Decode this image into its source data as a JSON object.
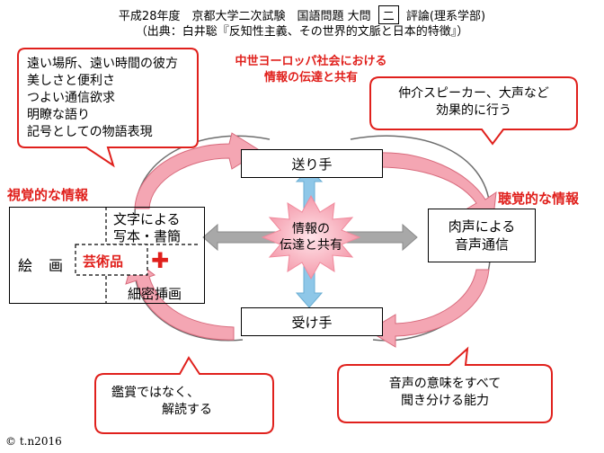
{
  "header": {
    "line1_before": "平成28年度　京都大学二次試験　国語問題 大問",
    "line1_boxed": "二",
    "line1_after": "評論(理系学部)",
    "line2": "（出典：白井聡『反知性主義、その世界的文脈と日本的特徴』）"
  },
  "subtitle": {
    "line1": "中世ヨーロッパ社会における",
    "line2": "情報の伝達と共有"
  },
  "callout_top_left": [
    "遠い場所、遠い時間の彼方",
    "美しさと便利さ",
    "つよい通信欲求",
    "明瞭な語り",
    "記号としての物語表現"
  ],
  "callout_top_right": [
    "仲介スピーカー、大声など",
    "効果的に行う"
  ],
  "callout_bottom_left": [
    "鑑賞ではなく、",
    "解読する"
  ],
  "callout_bottom_right": [
    "音声の意味をすべて",
    "聞き分ける能力"
  ],
  "sender": "送り手",
  "receiver": "受け手",
  "visual_label": "視覚的な情報",
  "auditory_label": "聴覚的な情報",
  "left_box": {
    "painting": "絵　画",
    "writing_line1": "文字による",
    "writing_line2": "写本・書簡",
    "art": "芸術品",
    "illustration": "細密挿画",
    "cross_glyph": "✚"
  },
  "right_box": {
    "line1": "肉声による",
    "line2": "音声通信"
  },
  "center": {
    "line1": "情報の",
    "line2": "伝達と共有"
  },
  "copyright": "© t.n2016",
  "colors": {
    "accent_red": "#e0201c",
    "arrow_blue": "#8ec7e8",
    "arrow_gray": "#a8a8a8",
    "burst_pink": "#f7b0bd"
  }
}
